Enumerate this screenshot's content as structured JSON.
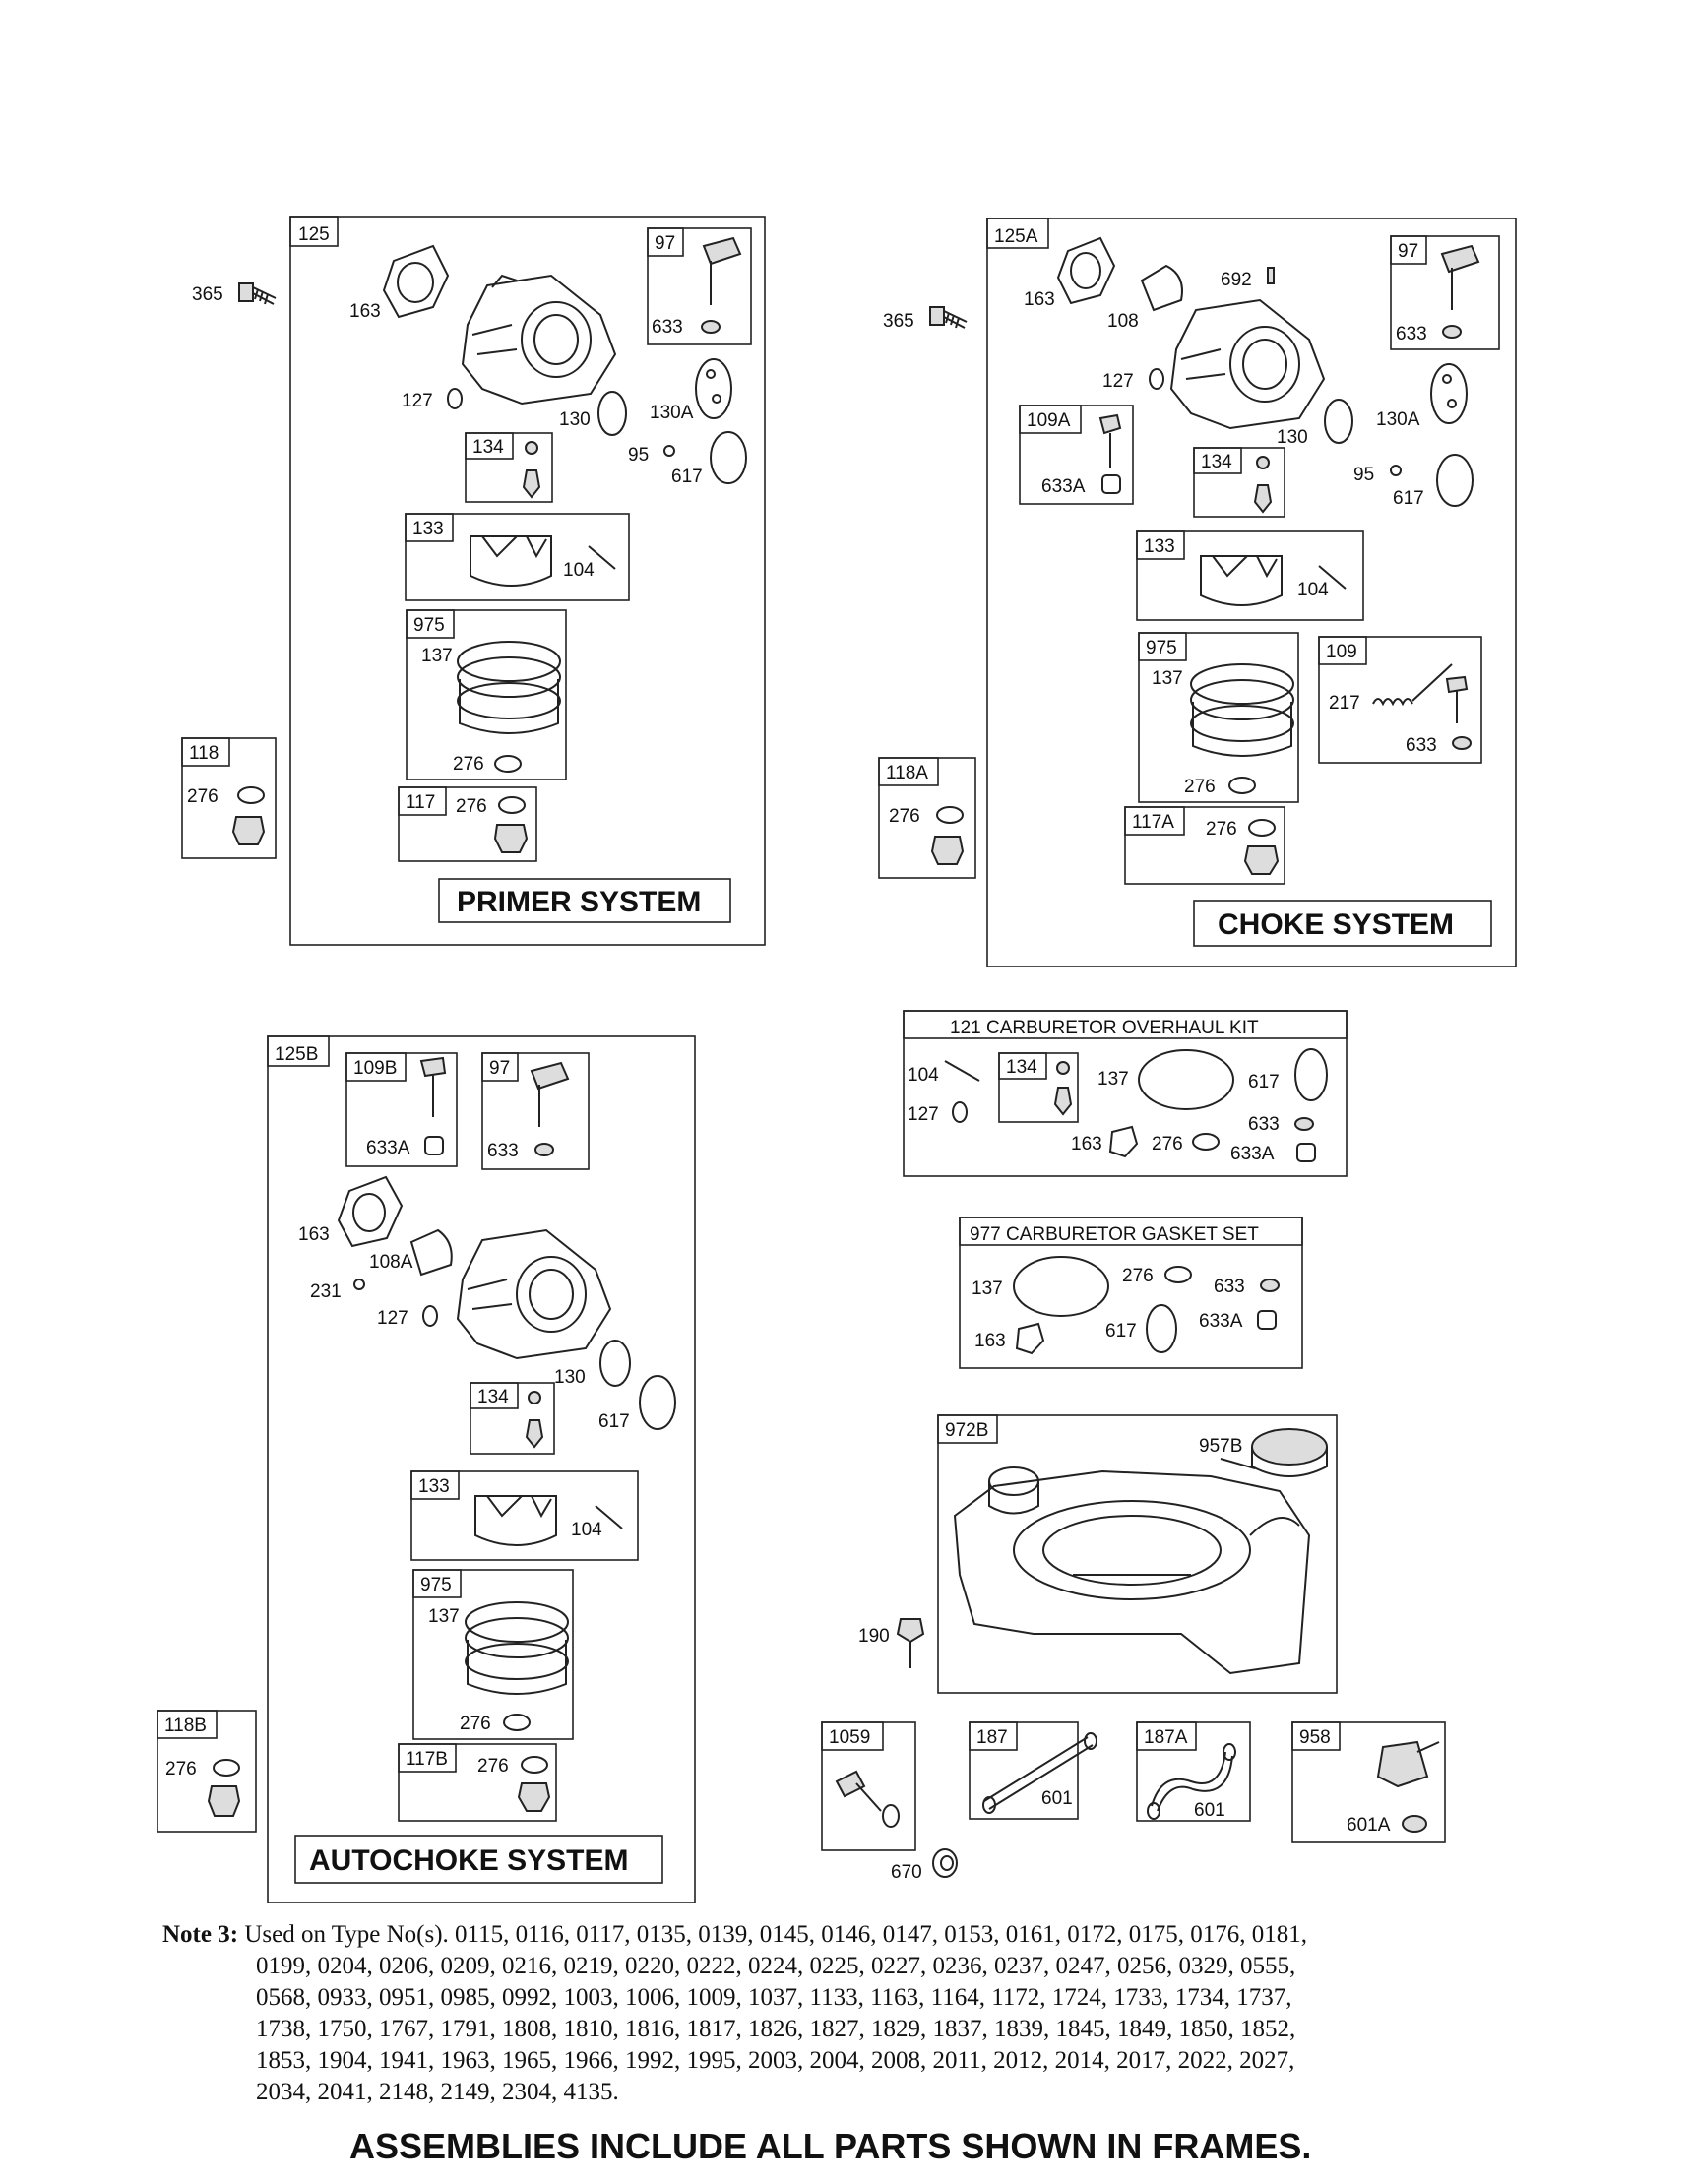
{
  "frames": {
    "primer": {
      "id": "125",
      "system": "PRIMER SYSTEM",
      "labels": [
        "365",
        "163",
        "127",
        "130",
        "130A",
        "97",
        "633",
        "134",
        "95",
        "617",
        "133",
        "104",
        "975",
        "137",
        "276",
        "118",
        "276",
        "117",
        "276"
      ]
    },
    "choke": {
      "id": "125A",
      "system": "CHOKE SYSTEM",
      "labels": [
        "365",
        "163",
        "108",
        "692",
        "97",
        "633",
        "127",
        "130",
        "130A",
        "109A",
        "633A",
        "134",
        "95",
        "617",
        "133",
        "104",
        "975",
        "137",
        "276",
        "109",
        "217",
        "633",
        "118A",
        "276",
        "117A",
        "276"
      ]
    },
    "autochoke": {
      "id": "125B",
      "system": "AUTOCHOKE SYSTEM",
      "labels": [
        "109B",
        "633A",
        "97",
        "633",
        "163",
        "108A",
        "231",
        "127",
        "130",
        "134",
        "617",
        "133",
        "104",
        "975",
        "137",
        "276",
        "118B",
        "276",
        "117B",
        "276"
      ]
    }
  },
  "kits": {
    "overhaul": {
      "title": "121 CARBURETOR OVERHAUL KIT",
      "labels": [
        "104",
        "127",
        "134",
        "137",
        "617",
        "633",
        "163",
        "276",
        "633A"
      ]
    },
    "gasket": {
      "title": "977 CARBURETOR GASKET SET",
      "labels": [
        "137",
        "276",
        "633",
        "163",
        "617",
        "633A"
      ]
    }
  },
  "tank": {
    "id": "972B",
    "labels": [
      "957B",
      "190"
    ]
  },
  "small_parts": {
    "labels": [
      "1059",
      "670",
      "187",
      "601",
      "187A",
      "601",
      "958",
      "601A"
    ]
  },
  "note": {
    "label": "Note 3:",
    "text": "Used on Type No(s). 0115, 0116, 0117, 0135, 0139, 0145, 0146, 0147, 0153, 0161, 0172, 0175, 0176, 0181, 0199, 0204, 0206, 0209, 0216, 0219, 0220, 0222, 0224, 0225, 0227, 0236, 0237, 0247, 0256, 0329, 0555, 0568, 0933, 0951, 0985, 0992, 1003, 1006, 1009, 1037, 1133, 1163, 1164, 1172, 1724, 1733, 1734, 1737, 1738, 1750, 1767, 1791, 1808, 1810, 1816, 1817, 1826, 1827, 1829, 1837, 1839, 1845, 1849, 1850, 1852, 1853, 1904, 1941, 1963, 1965, 1966, 1992, 1995, 2003, 2004, 2008, 2011, 2012, 2014, 2017, 2022, 2027, 2034, 2041, 2148, 2149, 2304, 4135."
  },
  "footer": "ASSEMBLIES INCLUDE ALL PARTS SHOWN IN FRAMES."
}
